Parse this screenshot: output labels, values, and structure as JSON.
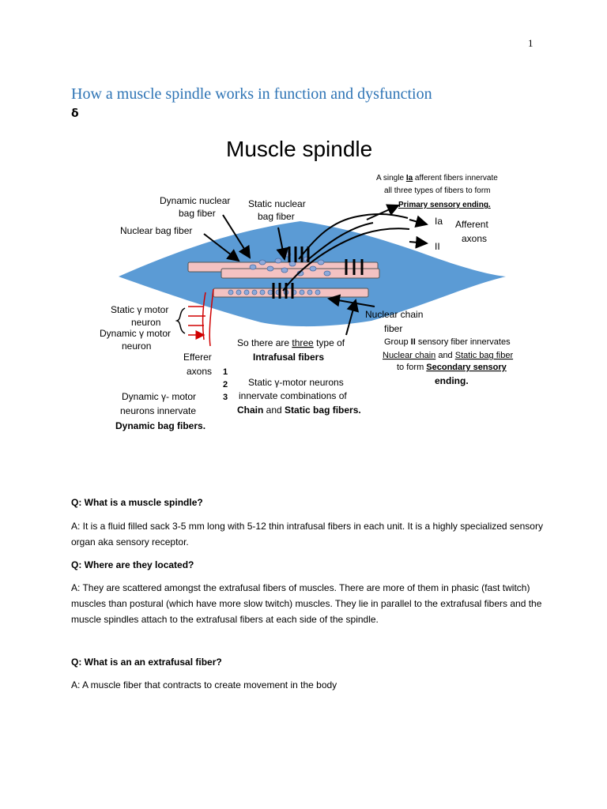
{
  "page": {
    "number": "1"
  },
  "document": {
    "title": "How a muscle spindle works in function and dysfunction",
    "symbol": "δ"
  },
  "figure": {
    "title": "Muscle spindle",
    "labels": {
      "dynamic_nuclear_bag_1": "Dynamic nuclear",
      "dynamic_nuclear_bag_2": "bag fiber",
      "static_nuclear_bag_1": "Static nuclear",
      "static_nuclear_bag_2": "bag fiber",
      "nuclear_bag_fiber": "Nuclear bag fiber",
      "ia_note_1_pre": "A single ",
      "ia_note_1_em": "Ia",
      "ia_note_1_post": " afferent fibers innervate",
      "ia_note_2": "all three types of fibers to form",
      "ia_note_3": "Primary sensory ending.",
      "ia": "Ia",
      "ii": "II",
      "afferent": "Afferent",
      "axons_right": "axons",
      "static_gamma_1": "Static γ motor",
      "static_gamma_2": "neuron",
      "dynamic_gamma_1": "Dynamic γ motor",
      "dynamic_gamma_2": "neuron",
      "efferer": "Efferer",
      "axons_left": "axons",
      "num_1": "1",
      "num_2": "2",
      "num_3": "3",
      "three_types_pre": "So there are ",
      "three_types_em": "three",
      "three_types_post": " type of",
      "intrafusal": "Intrafusal fibers",
      "static_motor_1": "Static γ-motor neurons",
      "static_motor_2": "innervate combinations of",
      "static_motor_3a": "Chain",
      "static_motor_3b": " and ",
      "static_motor_3c": "Static bag fibers.",
      "dynamic_motor_1": "Dynamic γ- motor",
      "dynamic_motor_2": "neurons innervate",
      "dynamic_motor_3": "Dynamic bag fibers.",
      "nuclear_chain_1": "Nuclear chain",
      "nuclear_chain_2": "fiber",
      "group2_1a": "Group ",
      "group2_1b": "II",
      "group2_1c": " sensory fiber innervates",
      "group2_2a": "Nuclear chain",
      "group2_2b": " and ",
      "group2_2c": "Static bag fiber",
      "group2_3a": "to form ",
      "group2_3b": "Secondary sensory",
      "group2_4": "ending."
    },
    "colors": {
      "spindle_fill": "#5b9bd5",
      "fiber_fill": "#f4c2c2",
      "nucleus": "#8eaadb",
      "efferent_arrow": "#d00000"
    }
  },
  "qa": [
    {
      "q": "Q: What is a muscle spindle?",
      "a": "A: It is a fluid filled sack 3-5 mm long with 5-12 thin intrafusal fibers in each unit.  It is a highly specialized sensory organ aka sensory receptor."
    },
    {
      "q": "Q: Where are they located?",
      "a": "A: They are scattered amongst the extrafusal fibers of muscles.  There are more of them in phasic (fast twitch) muscles than postural (which have more slow twitch) muscles.  They lie in parallel to the extrafusal fibers and the muscle spindles attach to the extrafusal fibers at each side of the spindle."
    },
    {
      "q": "Q: What is an an extrafusal fiber?",
      "a": "A: A muscle fiber that contracts to create movement in the body"
    }
  ]
}
